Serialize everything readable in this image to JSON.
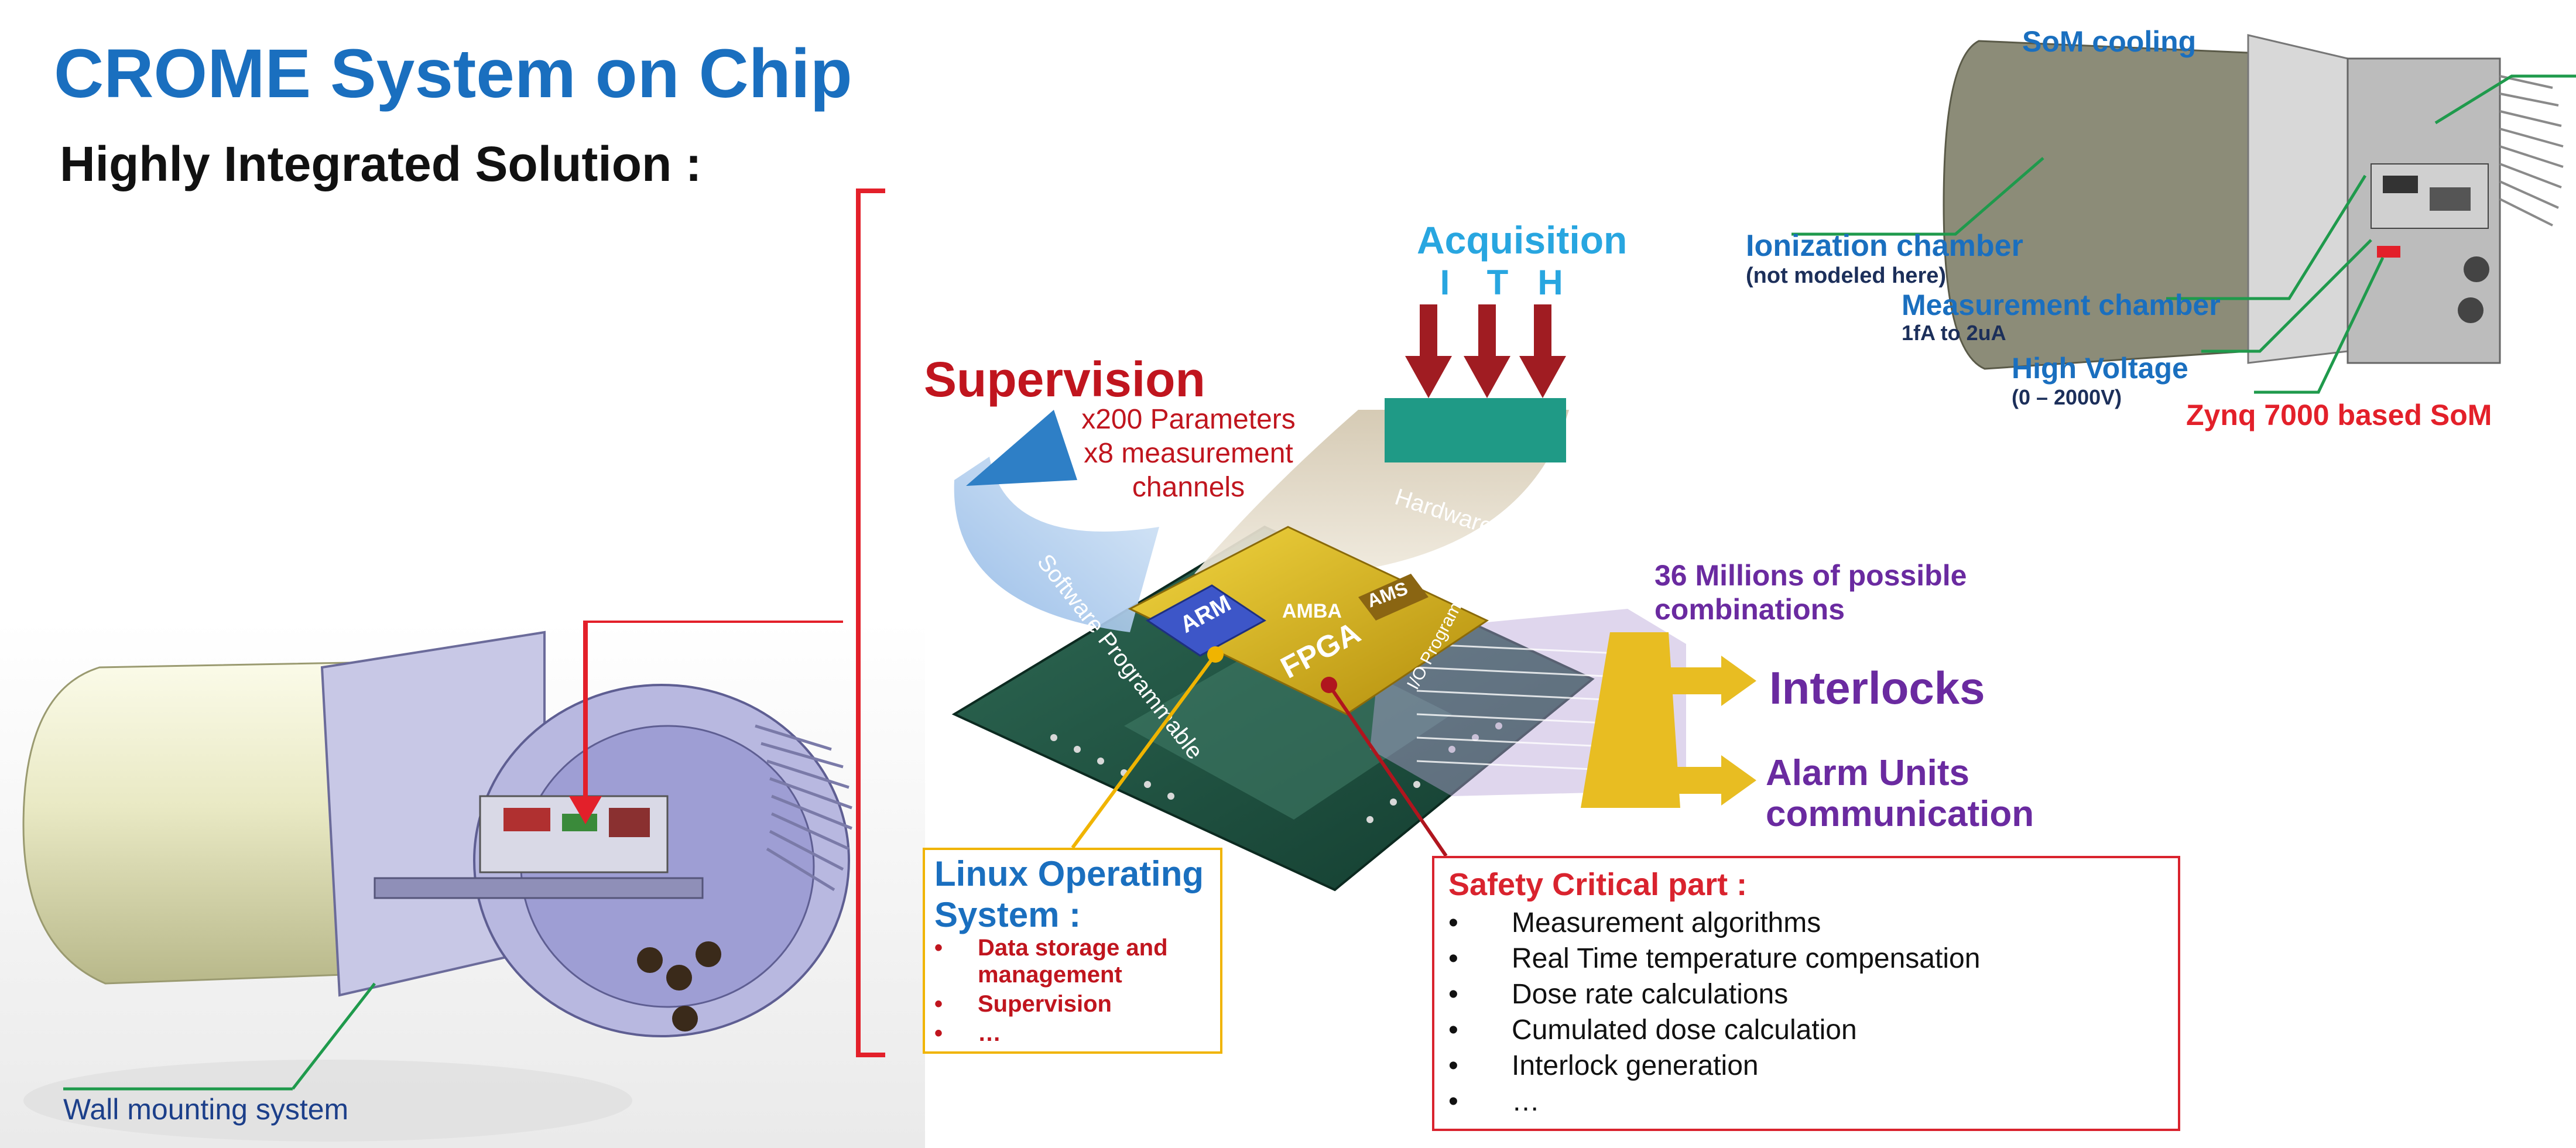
{
  "title": "CROME System on Chip",
  "subtitle": "Highly Integrated Solution :",
  "wall_mounting_label": "Wall mounting system",
  "acquisition": {
    "label": "Acquisition",
    "channels": [
      "I",
      "T",
      "H"
    ]
  },
  "supervision": {
    "label": "Supervision",
    "details": [
      "x200 Parameters",
      "x8 measurement",
      "channels"
    ]
  },
  "chip": {
    "software_label": "Software Programmable",
    "hardware_label": "Hardware Programmable",
    "arm_label": "ARM",
    "amba_label": "AMBA",
    "ams_label": "AMS",
    "fpga_label": "FPGA",
    "io_label": "I/O Programmable"
  },
  "combinations_text": "36 Millions of possible combinations",
  "interlocks_label": "Interlocks",
  "alarm_label": "Alarm Units communication",
  "linux_box": {
    "title": "Linux Operating System :",
    "items": [
      "Data storage and management",
      "Supervision",
      "…"
    ]
  },
  "safety_box": {
    "title": "Safety Critical part :",
    "items": [
      "Measurement algorithms",
      "Real Time temperature compensation",
      "Dose rate calculations",
      "Cumulated dose calculation",
      "Interlock generation",
      "…"
    ]
  },
  "device_labels": {
    "som_cooling": "SoM cooling",
    "ionization_chamber": "Ionization chamber",
    "not_modeled": "(not modeled here)",
    "measurement_chamber": "Measurement chamber",
    "measurement_range": "1fA to 2uA",
    "high_voltage": "High Voltage",
    "hv_range": "(0 – 2000V)",
    "zynq": "Zynq 7000 based SoM"
  },
  "colors": {
    "title_blue": "#1a6fbf",
    "acquisition_blue": "#28a6e0",
    "supervision_red": "#c0151e",
    "interlock_purple": "#6a2aa0",
    "chip_gold": "#e8c020",
    "leader_green": "#1f9a4c",
    "bracket_red": "#e3202a"
  }
}
